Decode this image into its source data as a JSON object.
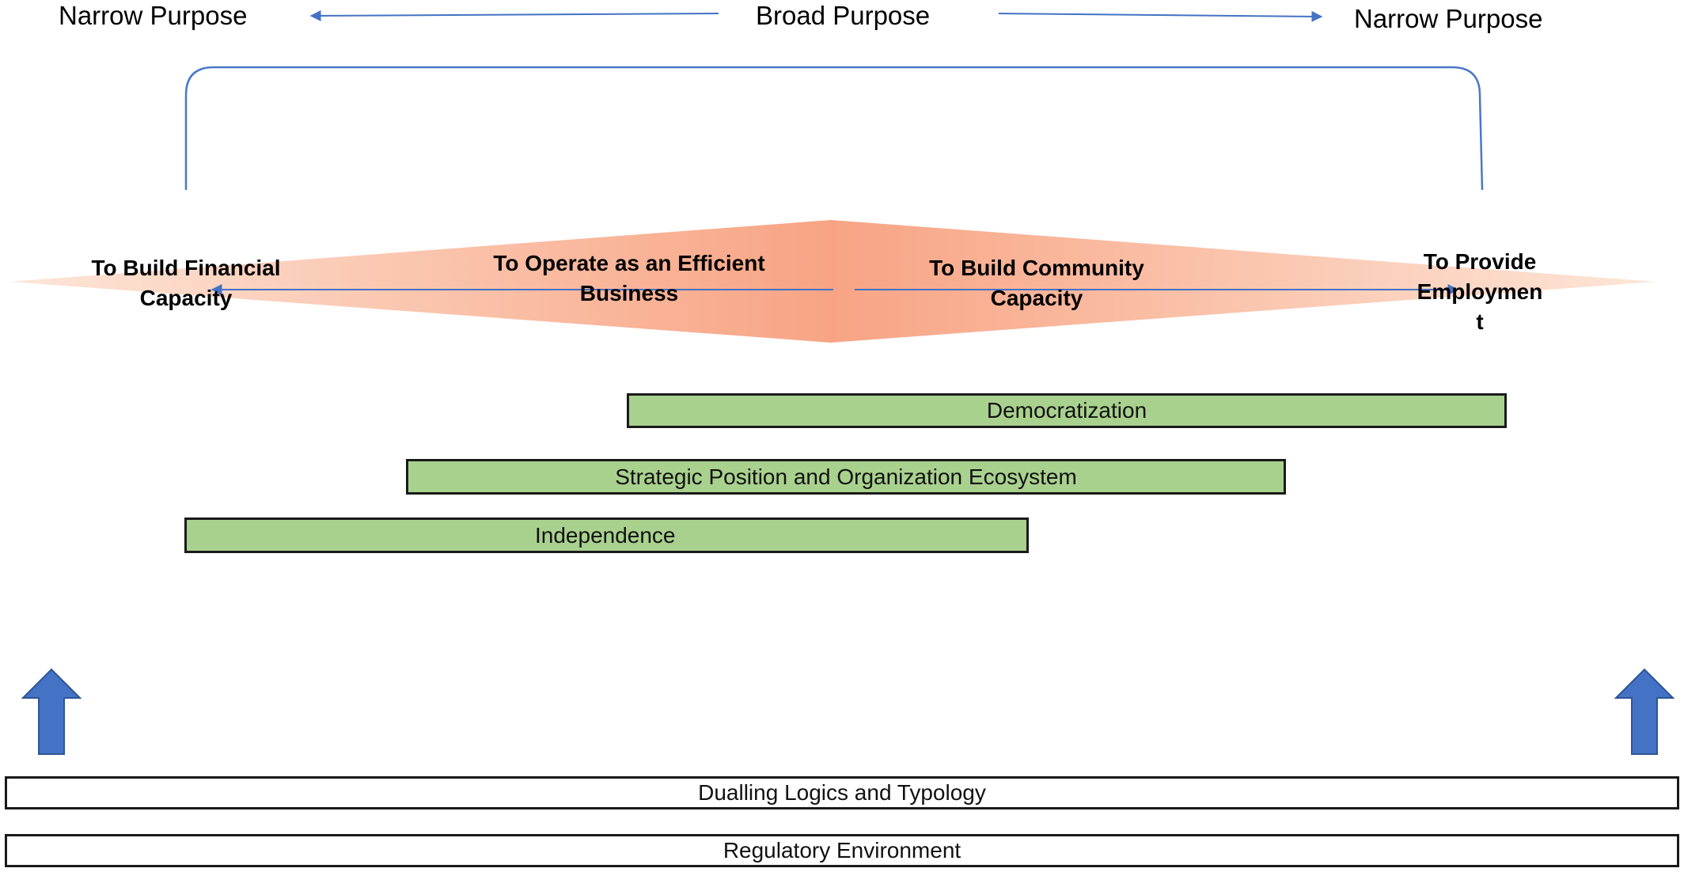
{
  "header": {
    "left_label": "Narrow Purpose",
    "center_label": "Broad Purpose",
    "right_label": "Narrow Purpose"
  },
  "purposes": [
    {
      "id": "financial",
      "label": "To Build Financial Capacity"
    },
    {
      "id": "efficient",
      "label": "To Operate as an Efficient Business"
    },
    {
      "id": "community",
      "label": "To Build Community Capacity"
    },
    {
      "id": "employment",
      "label": "To Provide Employment"
    }
  ],
  "bars": [
    {
      "id": "democratization",
      "label": "Democratization"
    },
    {
      "id": "strategic",
      "label": "Strategic Position and Organization Ecosystem"
    },
    {
      "id": "independence",
      "label": "Independence"
    }
  ],
  "foundations": [
    {
      "id": "dualling",
      "label": "Dualling Logics and Typology"
    },
    {
      "id": "regulatory",
      "label": "Regulatory Environment"
    }
  ],
  "colors": {
    "arrow_blue": "#4472c4",
    "diamond_peach": "#f8a484",
    "bar_green": "#a9d18e",
    "bracket_blue": "#4a78c8"
  }
}
